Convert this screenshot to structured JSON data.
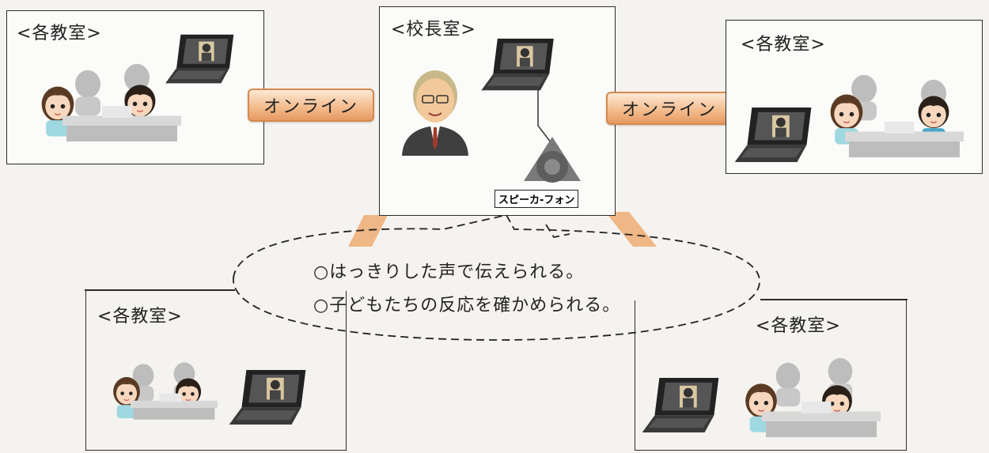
{
  "rooms": {
    "classroom_label": "<各教室>",
    "principal_label": "<校長室>"
  },
  "connections": {
    "online_label": "オンライン"
  },
  "principal_room": {
    "speaker_label": "スピーカ-フォン"
  },
  "bubble": {
    "line1": "○はっきりした声で伝えられる。",
    "line2": "○子どもたちの反応を確かめられる。"
  },
  "colors": {
    "online_fill": "#f3b98a",
    "online_border": "#d5894f",
    "connector": "#f0b07a",
    "frame": "#2b2b2b"
  },
  "icons": [
    "laptop-icon",
    "student-icon",
    "principal-icon",
    "speakerphone-icon"
  ]
}
